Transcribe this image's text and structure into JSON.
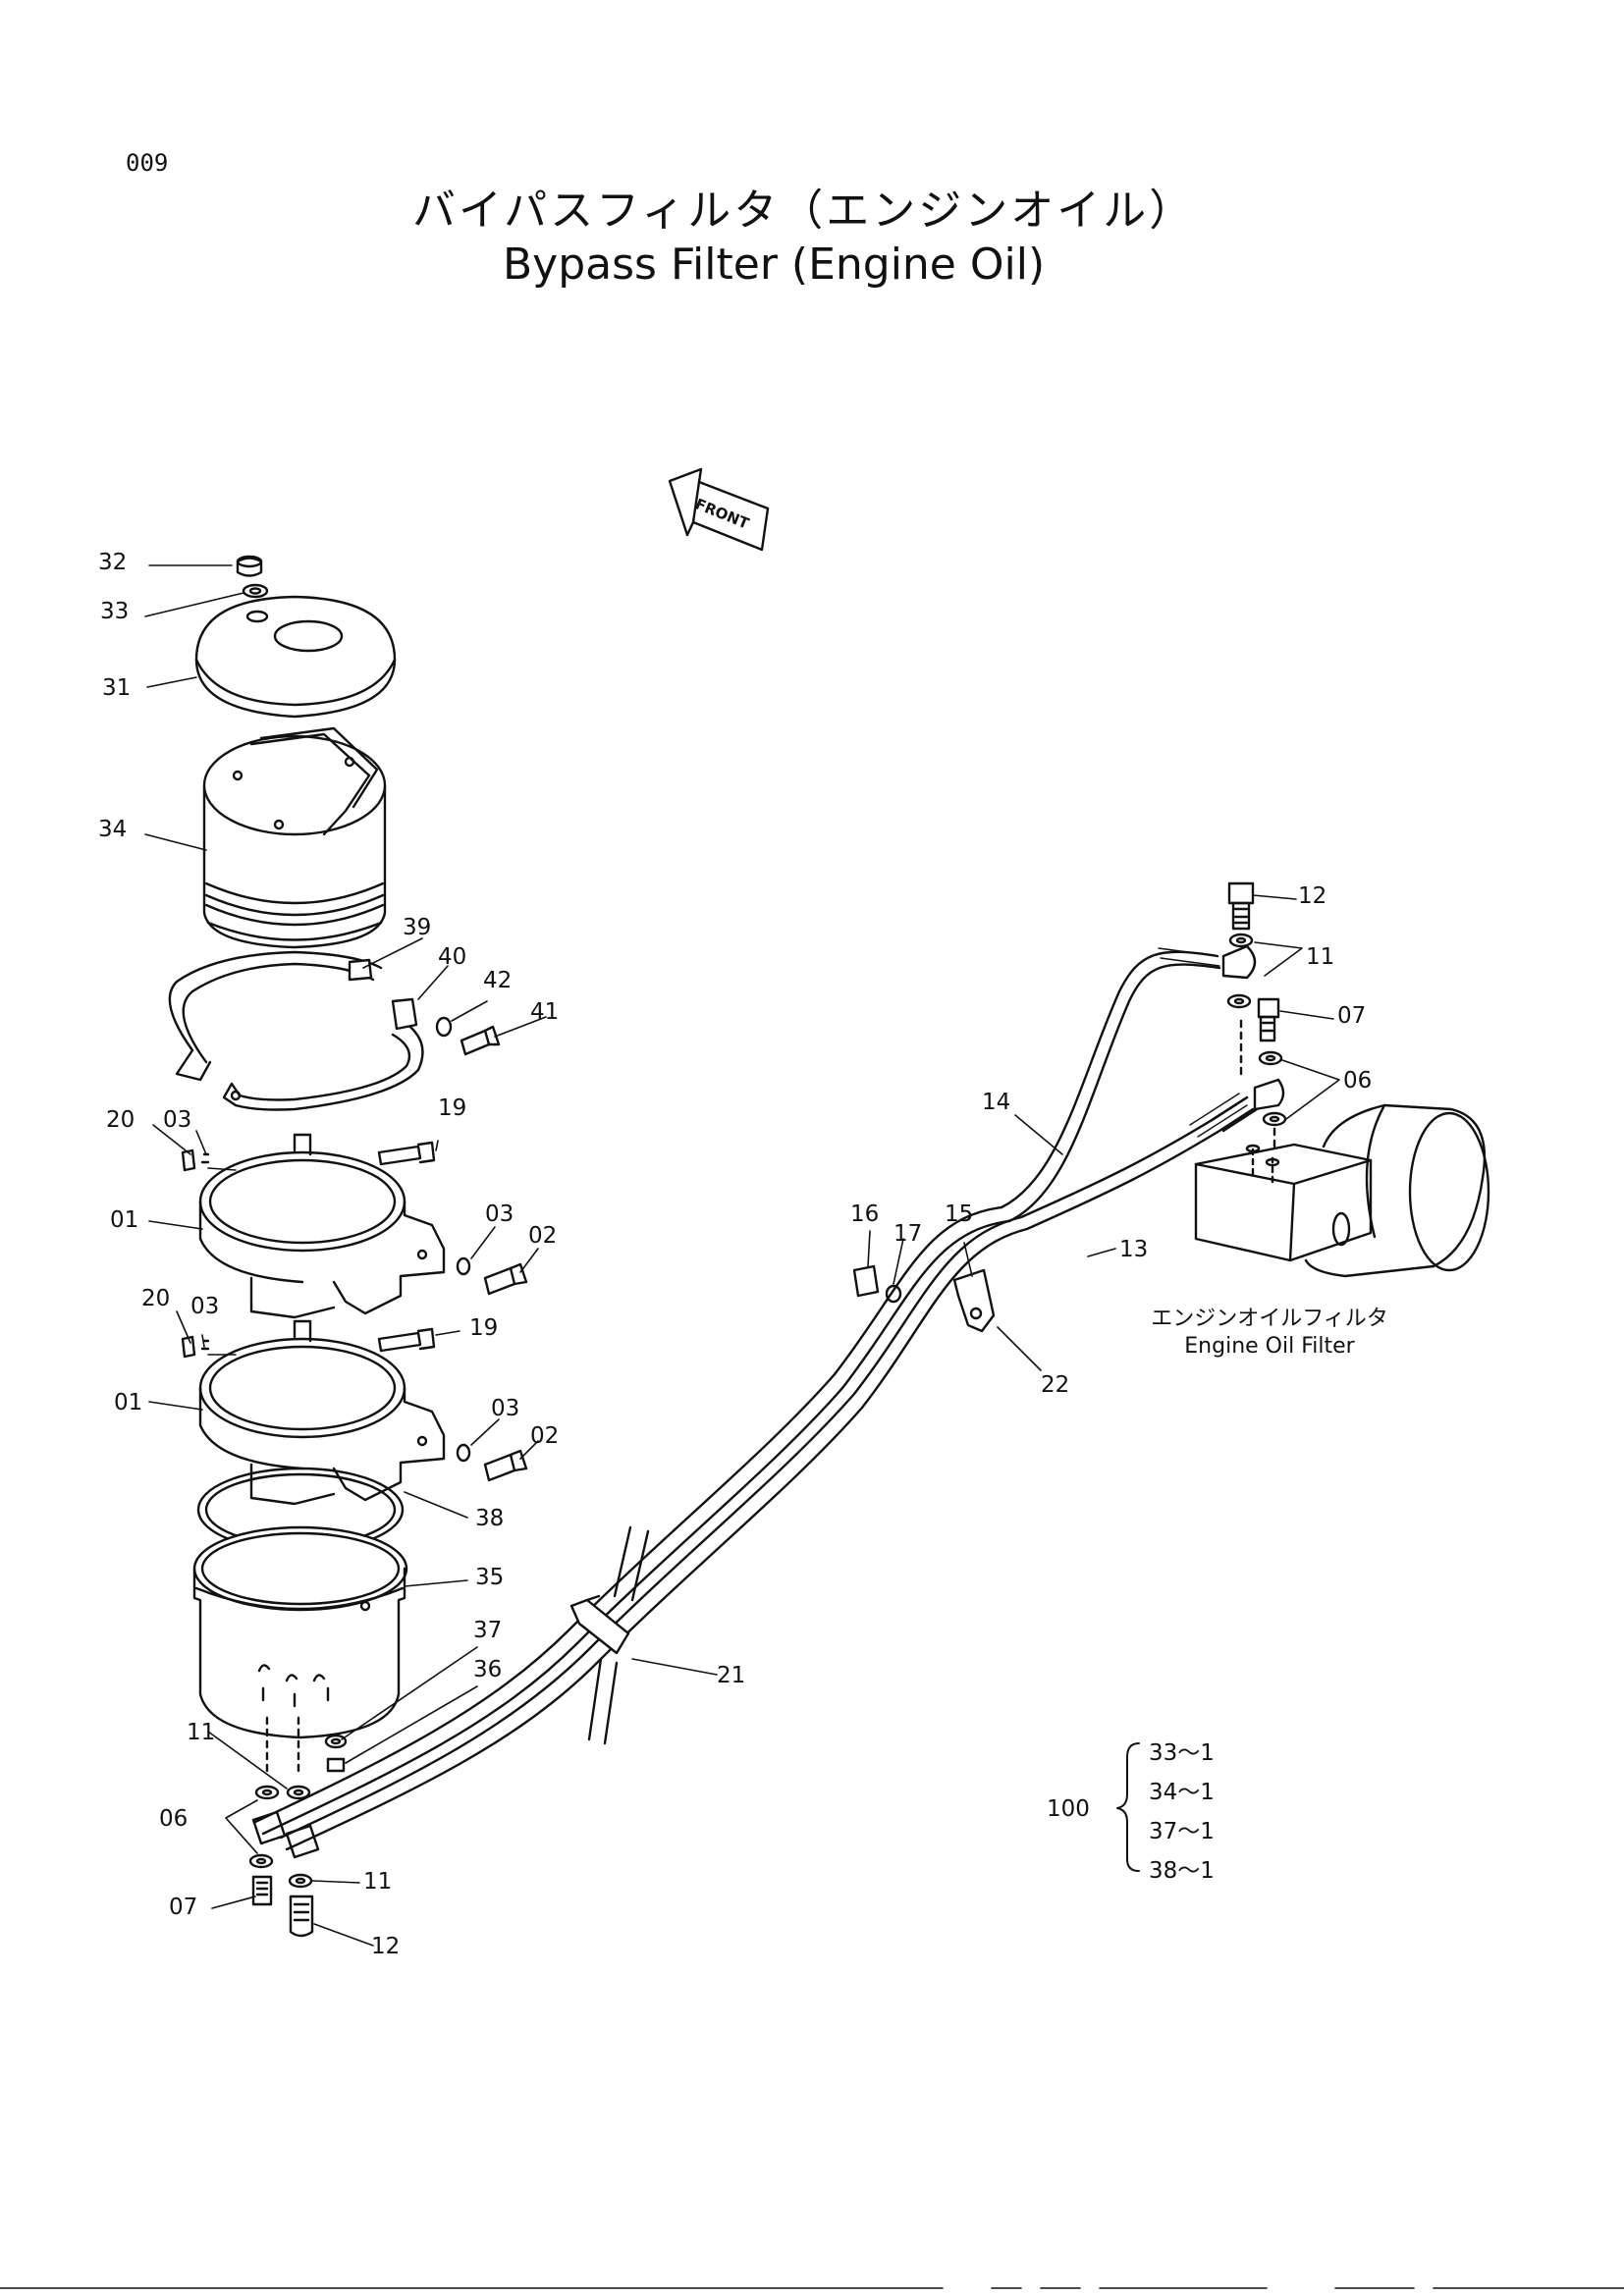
{
  "page_number": "009",
  "title": {
    "jp": "バイパスフィルタ（エンジンオイル）",
    "en": "Bypass Filter (Engine Oil)"
  },
  "front_label": "FRONT",
  "part_labels": [
    {
      "id": "p32",
      "text": "32"
    },
    {
      "id": "p33",
      "text": "33"
    },
    {
      "id": "p31",
      "text": "31"
    },
    {
      "id": "p34",
      "text": "34"
    },
    {
      "id": "p39",
      "text": "39"
    },
    {
      "id": "p40",
      "text": "40"
    },
    {
      "id": "p42",
      "text": "42"
    },
    {
      "id": "p41",
      "text": "41"
    },
    {
      "id": "p20a",
      "text": "20"
    },
    {
      "id": "p03a",
      "text": "03"
    },
    {
      "id": "p19a",
      "text": "19"
    },
    {
      "id": "p01a",
      "text": "01"
    },
    {
      "id": "p03b",
      "text": "03"
    },
    {
      "id": "p02a",
      "text": "02"
    },
    {
      "id": "p20b",
      "text": "20"
    },
    {
      "id": "p03c",
      "text": "03"
    },
    {
      "id": "p19b",
      "text": "19"
    },
    {
      "id": "p01b",
      "text": "01"
    },
    {
      "id": "p03d",
      "text": "03"
    },
    {
      "id": "p02b",
      "text": "02"
    },
    {
      "id": "p38",
      "text": "38"
    },
    {
      "id": "p35",
      "text": "35"
    },
    {
      "id": "p37",
      "text": "37"
    },
    {
      "id": "p36",
      "text": "36"
    },
    {
      "id": "p11a",
      "text": "11"
    },
    {
      "id": "p06a",
      "text": "06"
    },
    {
      "id": "p11b",
      "text": "11"
    },
    {
      "id": "p07a",
      "text": "07"
    },
    {
      "id": "p12a",
      "text": "12"
    },
    {
      "id": "p21",
      "text": "21"
    },
    {
      "id": "p16",
      "text": "16"
    },
    {
      "id": "p17",
      "text": "17"
    },
    {
      "id": "p15",
      "text": "15"
    },
    {
      "id": "p22",
      "text": "22"
    },
    {
      "id": "p14",
      "text": "14"
    },
    {
      "id": "p13",
      "text": "13"
    },
    {
      "id": "p12b",
      "text": "12"
    },
    {
      "id": "p11c",
      "text": "11"
    },
    {
      "id": "p07b",
      "text": "07"
    },
    {
      "id": "p06b",
      "text": "06"
    }
  ],
  "engine_oil_filter": {
    "jp": "エンジンオイルフィルタ",
    "en": "Engine Oil Filter"
  },
  "kit": {
    "number": "100",
    "items": [
      "33～1",
      "34～1",
      "37～1",
      "38～1"
    ]
  }
}
